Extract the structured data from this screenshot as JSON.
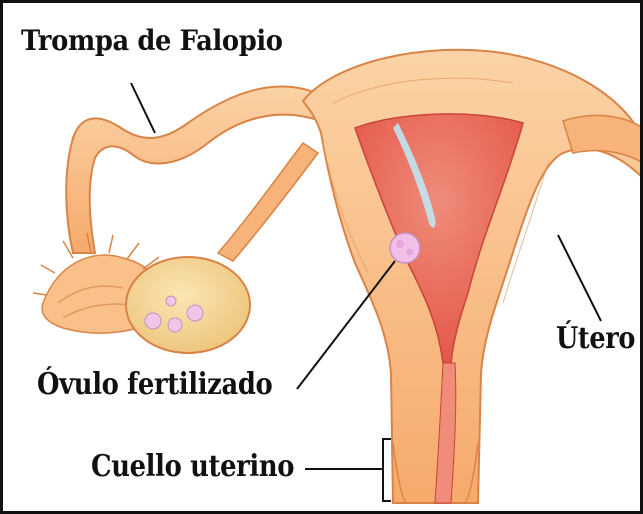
{
  "diagram": {
    "labels": {
      "fallopian_tube": "Trompa de Falopio",
      "fertilized_ovum": "Óvulo fertilizado",
      "uterus": "Útero",
      "cervix": "Cuello uterino"
    },
    "colors": {
      "tissue": "#f7b37a",
      "tissue_light": "#fbd3a6",
      "tissue_edge": "#d98446",
      "cavity": "#e9635a",
      "cavity_light": "#f08c7a",
      "ovary": "#f6d58e",
      "follicle": "#efc6e8",
      "ovum": "#f1bfe8",
      "leader_line": "#111111"
    }
  }
}
